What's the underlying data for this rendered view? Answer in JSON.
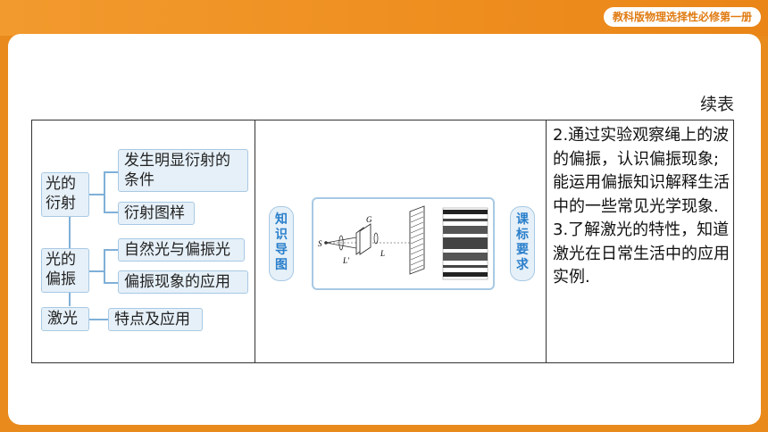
{
  "header": {
    "badge": "教科版物理选择性必修第一册"
  },
  "page": {
    "continued_label": "续表"
  },
  "mindmap": {
    "branches": [
      {
        "label": "光的衍射",
        "children": [
          "发生明显衍射的条件",
          "衍射图样"
        ]
      },
      {
        "label": "光的偏振",
        "children": [
          "自然光与偏振光",
          "偏振现象的应用"
        ]
      },
      {
        "label": "激光",
        "children": [
          "特点及应用"
        ]
      }
    ]
  },
  "labels": {
    "knowledge_map": "知识导图",
    "curriculum_req": "课标要求"
  },
  "diagram": {
    "source": "S",
    "polarizer": "G",
    "lens": "L",
    "analyzer": "L′"
  },
  "requirements": [
    "2.通过实验观察绳上的波的偏振，认识偏振现象;能运用偏振知识解释生活中的一些常见光学现象.",
    "3.了解激光的特性，知道激光在日常生活中的应用实例."
  ],
  "colors": {
    "banner": "#ee8e1f",
    "node_fill": "#e6f0f8",
    "node_border": "#a8c9e4",
    "accent_blue": "#2a7fcb"
  }
}
